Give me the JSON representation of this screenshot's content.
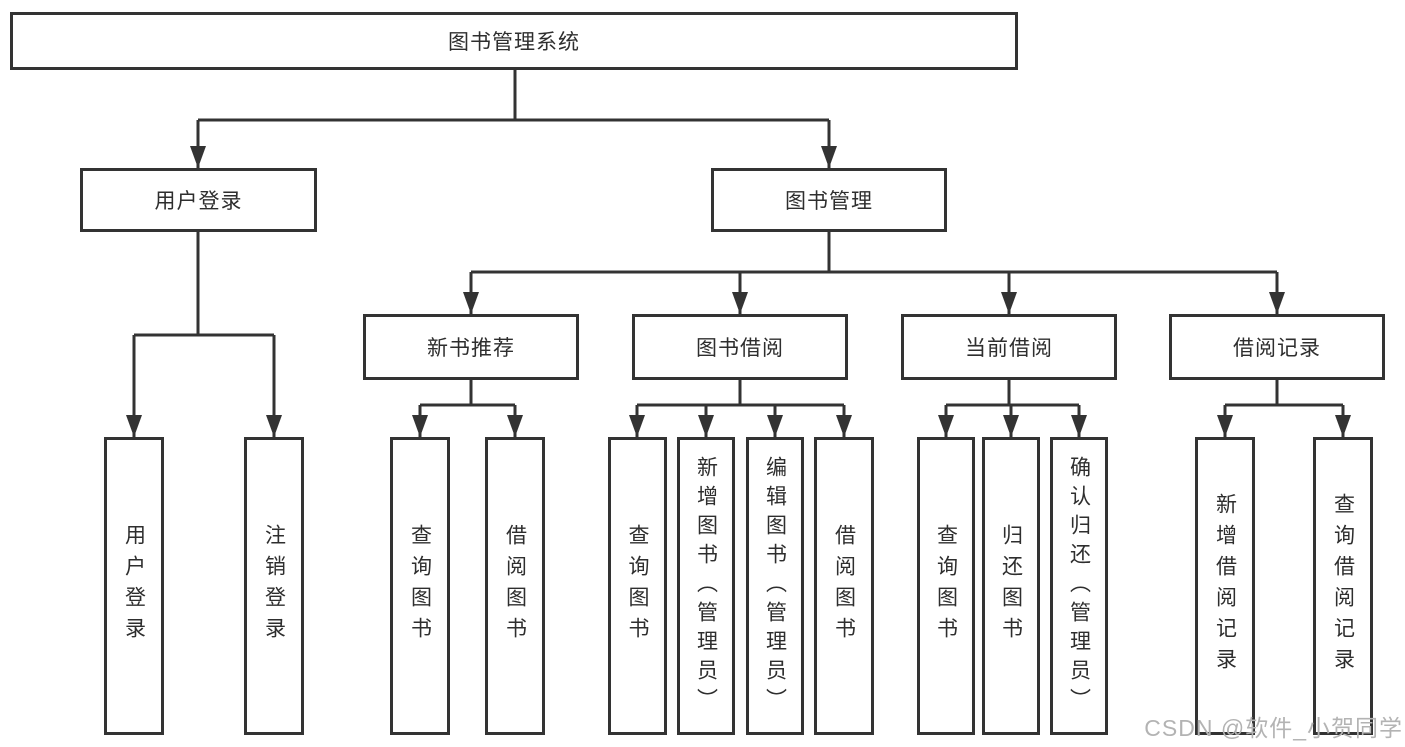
{
  "colors": {
    "line": "#333333",
    "box_border": "#333333",
    "text": "#2e2e2e",
    "background": "#ffffff",
    "watermark": "#b3b3b3"
  },
  "watermark": {
    "text": "CSDN @软件_小贺同学"
  },
  "tree": {
    "label": "图书管理系统",
    "children": [
      {
        "label": "用户登录",
        "children": [
          {
            "label": "用户登录"
          },
          {
            "label": "注销登录"
          }
        ]
      },
      {
        "label": "图书管理",
        "children": [
          {
            "label": "新书推荐",
            "children": [
              {
                "label": "查询图书"
              },
              {
                "label": "借阅图书"
              }
            ]
          },
          {
            "label": "图书借阅",
            "children": [
              {
                "label": "查询图书"
              },
              {
                "label": "新增图书（管理员）"
              },
              {
                "label": "编辑图书（管理员）"
              },
              {
                "label": "借阅图书"
              }
            ]
          },
          {
            "label": "当前借阅",
            "children": [
              {
                "label": "查询图书"
              },
              {
                "label": "归还图书"
              },
              {
                "label": "确认归还（管理员）"
              }
            ]
          },
          {
            "label": "借阅记录",
            "children": [
              {
                "label": "新增借阅记录"
              },
              {
                "label": "查询借阅记录"
              }
            ]
          }
        ]
      }
    ]
  }
}
